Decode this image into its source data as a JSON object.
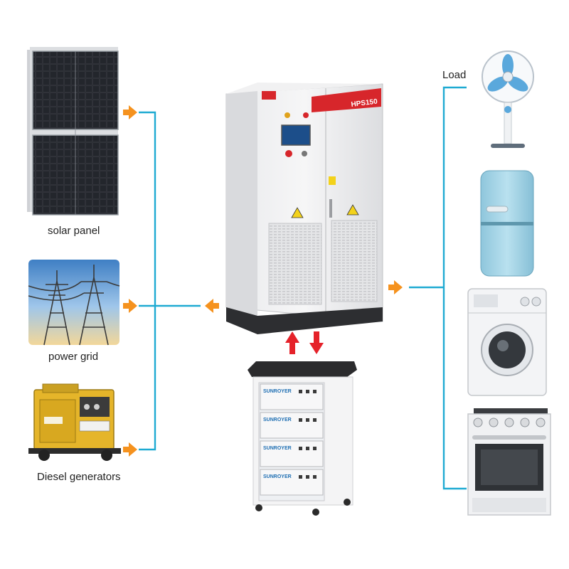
{
  "diagram": {
    "sources": [
      {
        "label": "solar panel",
        "icon": "solar-panel-icon"
      },
      {
        "label": "power grid",
        "icon": "power-grid-icon"
      },
      {
        "label": "Diesel generators",
        "icon": "diesel-generator-icon"
      }
    ],
    "inverter": {
      "model": "HPS150",
      "icon": "inverter-cabinet-icon"
    },
    "battery": {
      "brand": "SUNROYER",
      "modules": 4,
      "icon": "battery-rack-icon"
    },
    "load": {
      "label": "Load",
      "appliances": [
        {
          "icon": "fan-icon"
        },
        {
          "icon": "refrigerator-icon"
        },
        {
          "icon": "washing-machine-icon"
        },
        {
          "icon": "oven-icon"
        }
      ]
    },
    "colors": {
      "line": "#1eaad2",
      "arrow_orange": "#f5921e",
      "arrow_red": "#e5222a",
      "brand_red": "#d7262b"
    }
  }
}
